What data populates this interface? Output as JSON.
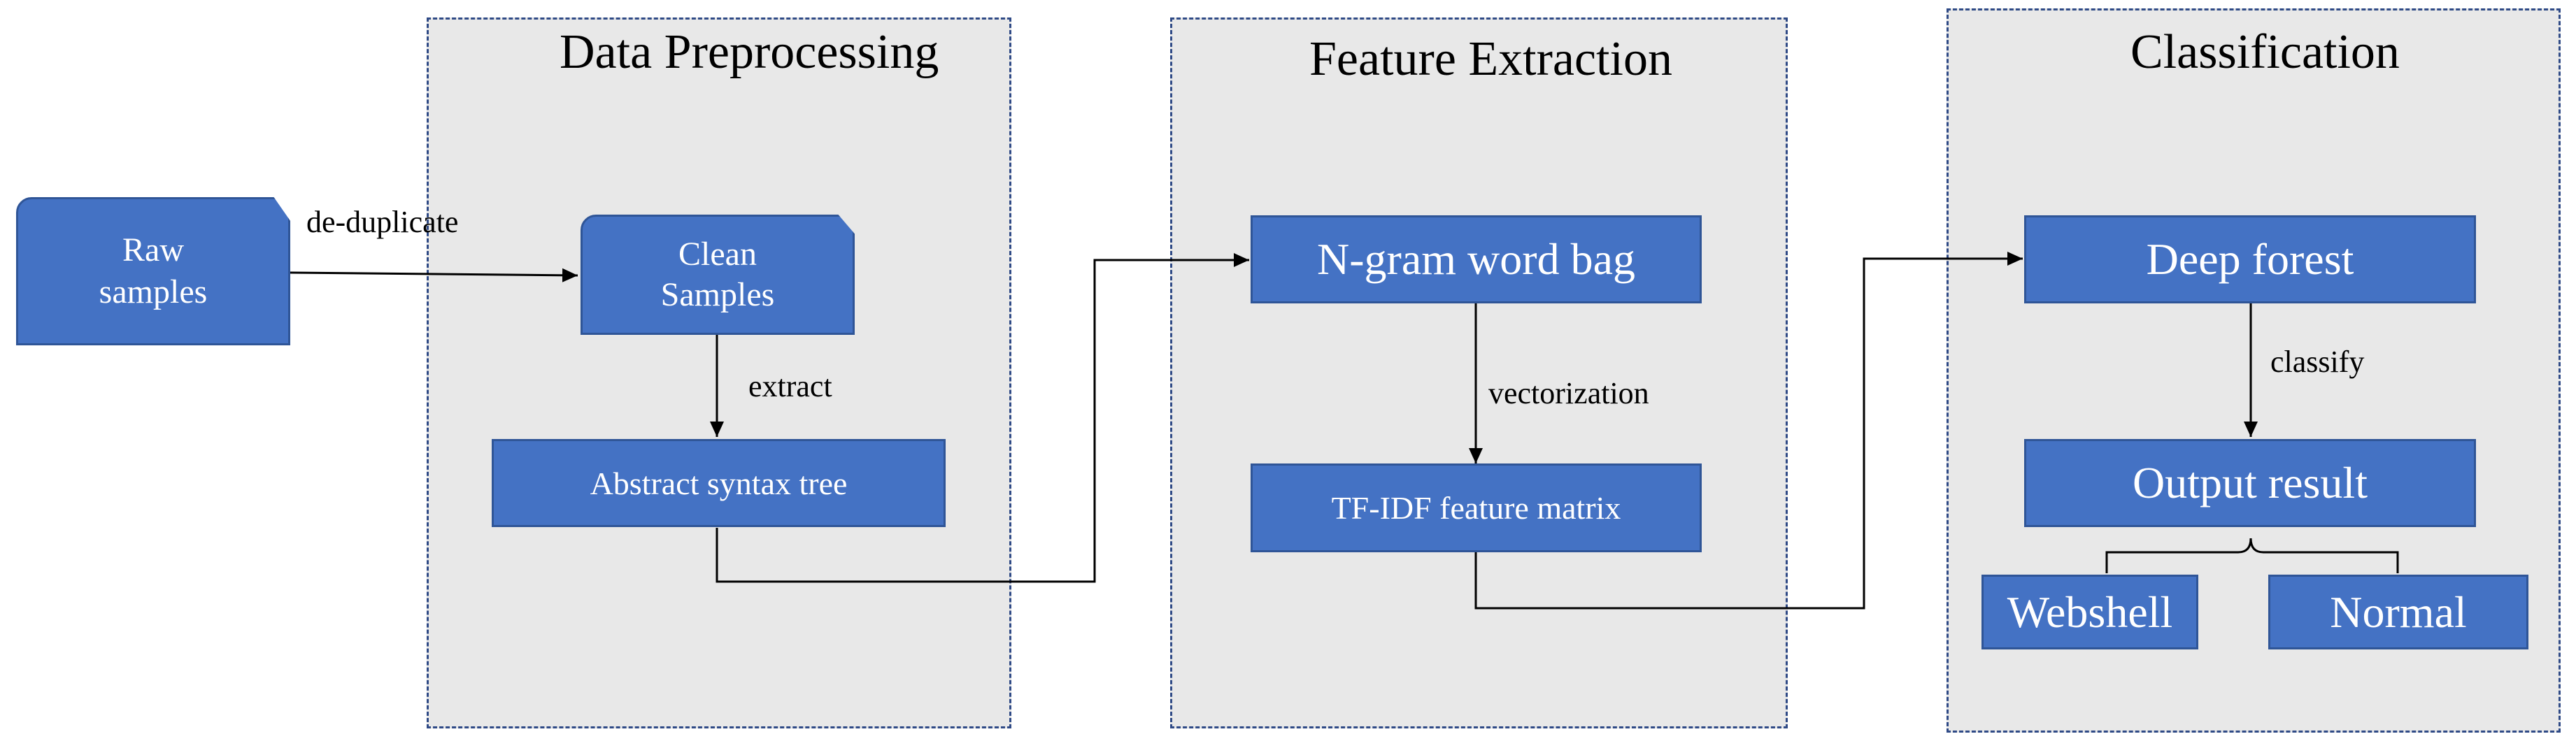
{
  "panels": {
    "preprocessing": {
      "title": "Data Preprocessing"
    },
    "extraction": {
      "title": "Feature Extraction"
    },
    "classification": {
      "title": "Classification"
    }
  },
  "nodes": {
    "raw": "Raw\nsamples",
    "clean": "Clean\nSamples",
    "ast": "Abstract syntax tree",
    "ngram": "N-gram word bag",
    "tfidf": "TF-IDF feature matrix",
    "forest": "Deep forest",
    "output": "Output result",
    "webshell": "Webshell",
    "normal": "Normal"
  },
  "edges": {
    "dedup": "de-duplicate",
    "extract": "extract",
    "vectorization": "vectorization",
    "classify": "classify"
  },
  "colors": {
    "node_fill": "#4472c4",
    "node_border": "#2f5597",
    "panel_fill": "#e8e8e8",
    "panel_border": "#2f4a86"
  }
}
